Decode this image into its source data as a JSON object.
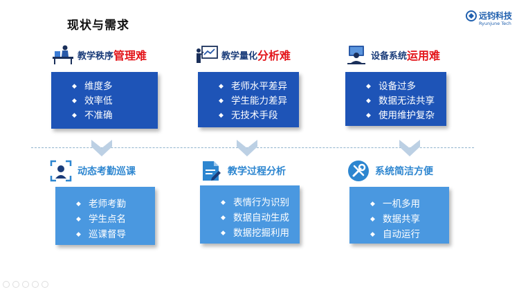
{
  "page": {
    "title": "现状与需求"
  },
  "logo": {
    "name": "远钧科技",
    "subtitle": "Ryunjune Tech"
  },
  "colors": {
    "dark_box": "#1e54b7",
    "light_box": "#4a98e0",
    "emphasis": "#e3151a",
    "header_text": "#1a3c7a",
    "solution_label": "#2d86d0"
  },
  "problems": [
    {
      "icon": "teacher-desk-icon",
      "pre": "教学秩序",
      "emph": "管理难",
      "items": [
        "维度多",
        "效率低",
        "不准确"
      ]
    },
    {
      "icon": "presentation-board-icon",
      "pre": "教学量化",
      "emph": "分析难",
      "items": [
        "老师水平差异",
        "学生能力差异",
        "无技术手段"
      ]
    },
    {
      "icon": "computer-user-icon",
      "pre": "设备系统",
      "emph": "运用难",
      "items": [
        "设备过多",
        "数据无法共享",
        "使用维护复杂"
      ]
    }
  ],
  "solutions": [
    {
      "icon": "face-scan-icon",
      "label": "动态考勤巡课",
      "items": [
        "老师考勤",
        "学生点名",
        "巡课督导"
      ]
    },
    {
      "icon": "document-edit-icon",
      "label": "教学过程分析",
      "items": [
        "表情行为识别",
        "数据自动生成",
        "数据挖掘利用"
      ]
    },
    {
      "icon": "tools-icon",
      "label": "系统简洁方便",
      "items": [
        "一机多用",
        "数据共享",
        "自动运行"
      ]
    }
  ],
  "bullet": "◆"
}
